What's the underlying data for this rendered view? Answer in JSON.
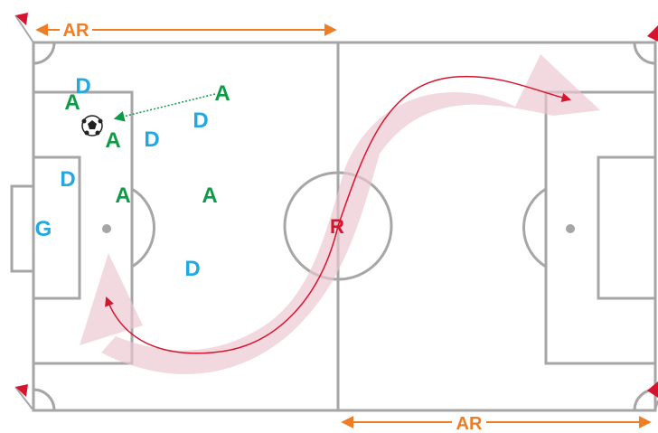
{
  "labels": {
    "assistant_referee": "AR",
    "referee": "R",
    "attacker": "A",
    "defender": "D",
    "goalkeeper": "G"
  },
  "colors": {
    "field_line": "#a6a6a6",
    "attacker": "#0e9a46",
    "defender": "#23a9e1",
    "referee": "#d7142e",
    "assistant_referee": "#ee7d23",
    "diagonal_band": "#e8bcc8",
    "flag": "#d7142e"
  },
  "icons": {
    "ball": "soccer-ball-icon",
    "corner_flag": "corner-flag-icon",
    "diagonal_arrow": "diagonal-movement-arrow"
  }
}
